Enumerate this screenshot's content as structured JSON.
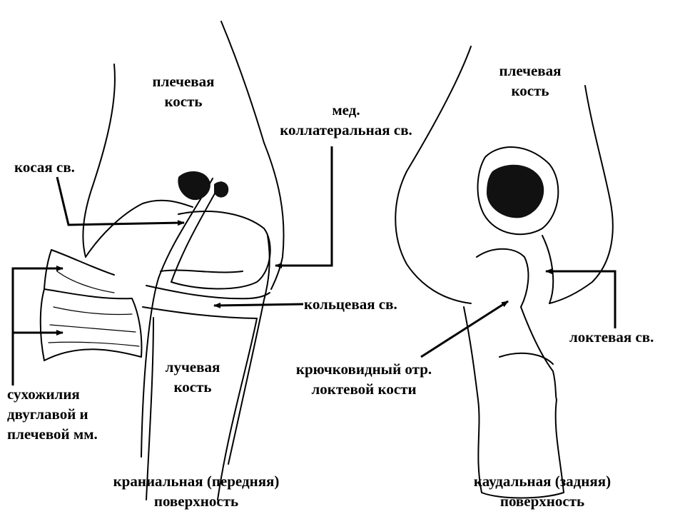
{
  "colors": {
    "ink": "#000000",
    "bone_fill": "#ffffff",
    "shadow": "#111111"
  },
  "cranial_view": {
    "humerus": [
      "плечевая",
      "кость"
    ],
    "medial_collateral": [
      "мед.",
      "коллатеральная св."
    ],
    "oblique": "косая св.",
    "annular": "кольцевая св.",
    "radius": [
      "лучевая",
      "кость"
    ],
    "tendons": [
      "сухожилия",
      "двуглавой и",
      "плечевой мм."
    ],
    "surface": [
      "краниальная (передняя)",
      "поверхность"
    ]
  },
  "caudal_view": {
    "humerus": [
      "плечевая",
      "кость"
    ],
    "ulnar_ligament": "локтевая св.",
    "coronoid": [
      "крючковидный отр.",
      "локтевой кости"
    ],
    "surface": [
      "каудальная (задняя)",
      "поверхность"
    ]
  }
}
